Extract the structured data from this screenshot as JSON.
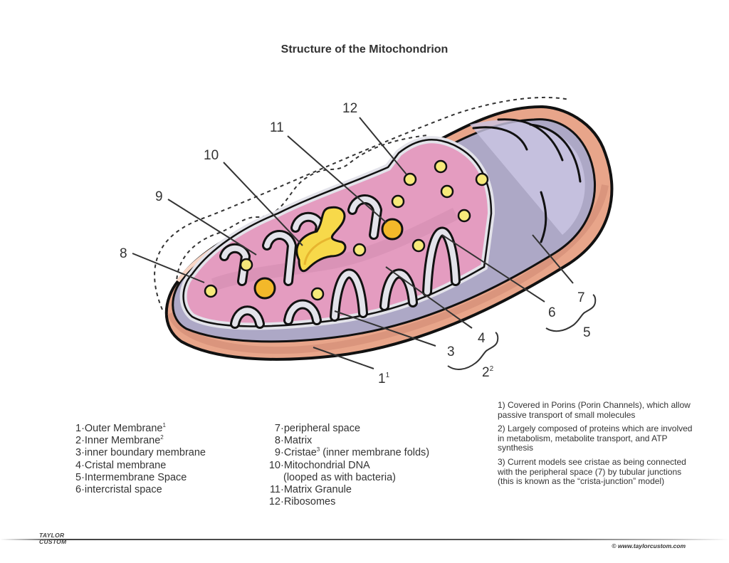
{
  "title": "Structure of the Mitochondrion",
  "colors": {
    "outer_membrane": "#E8A58A",
    "outer_membrane_dark": "#D08B74",
    "outer_membrane_light": "#F9D6C6",
    "intermembrane": "#ADA8C6",
    "intermembrane_light": "#CBC5E3",
    "inner_membrane": "#E3E3EA",
    "matrix": "#E49CC0",
    "matrix_dark": "#CF8AAE",
    "ribosome": "#F6E97A",
    "granule": "#F3B82A",
    "dna": "#F7D94A",
    "outline": "#111111",
    "leader": "#333333"
  },
  "callouts": [
    {
      "number": "1",
      "superscript": "1"
    },
    {
      "number": "2",
      "superscript": "2"
    },
    {
      "number": "3",
      "superscript": ""
    },
    {
      "number": "4",
      "superscript": ""
    },
    {
      "number": "5",
      "superscript": ""
    },
    {
      "number": "6",
      "superscript": ""
    },
    {
      "number": "7",
      "superscript": ""
    },
    {
      "number": "8",
      "superscript": ""
    },
    {
      "number": "9",
      "superscript": ""
    },
    {
      "number": "10",
      "superscript": ""
    },
    {
      "number": "11",
      "superscript": ""
    },
    {
      "number": "12",
      "superscript": ""
    }
  ],
  "legend": {
    "column1": [
      {
        "label": "1·Outer Membrane",
        "sup": "1"
      },
      {
        "label": "2·Inner Membrane",
        "sup": "2"
      },
      {
        "label": "3·inner boundary membrane",
        "sup": ""
      },
      {
        "label": "4·Cristal membrane",
        "sup": ""
      },
      {
        "label": "5·Intermembrane Space",
        "sup": ""
      },
      {
        "label": "6·intercristal space",
        "sup": ""
      }
    ],
    "column2": [
      {
        "num": "7",
        "label": "·peripheral space",
        "sup": "",
        "tail": ""
      },
      {
        "num": "8",
        "label": "·Matrix",
        "sup": "",
        "tail": ""
      },
      {
        "num": "9",
        "label": "·Cristae",
        "sup": "3",
        "tail": " (inner membrane folds)"
      },
      {
        "num": "10",
        "label": "·Mitochondrial DNA",
        "sup": "",
        "tail": ""
      },
      {
        "num": "",
        "label": "(looped as with bacteria)",
        "sup": "",
        "tail": ""
      },
      {
        "num": "11",
        "label": "·Matrix Granule",
        "sup": "",
        "tail": ""
      },
      {
        "num": "12",
        "label": "·Ribosomes",
        "sup": "",
        "tail": ""
      }
    ]
  },
  "notes": [
    "1) Covered in Porins (Porin Channels), which allow passive transport of small molecules",
    "2) Largely composed of proteins which are involved in metabolism, metabolite transport, and ATP synthesis",
    "3) Current models see cristae as being connected with the peripheral space (7) by tubular junctions (this is known as the “crista-junction” model)"
  ],
  "footer": {
    "logo_line1": "TAYLOR",
    "logo_line2": "CUSTOM",
    "copyright": "© www.taylorcustom.com"
  }
}
